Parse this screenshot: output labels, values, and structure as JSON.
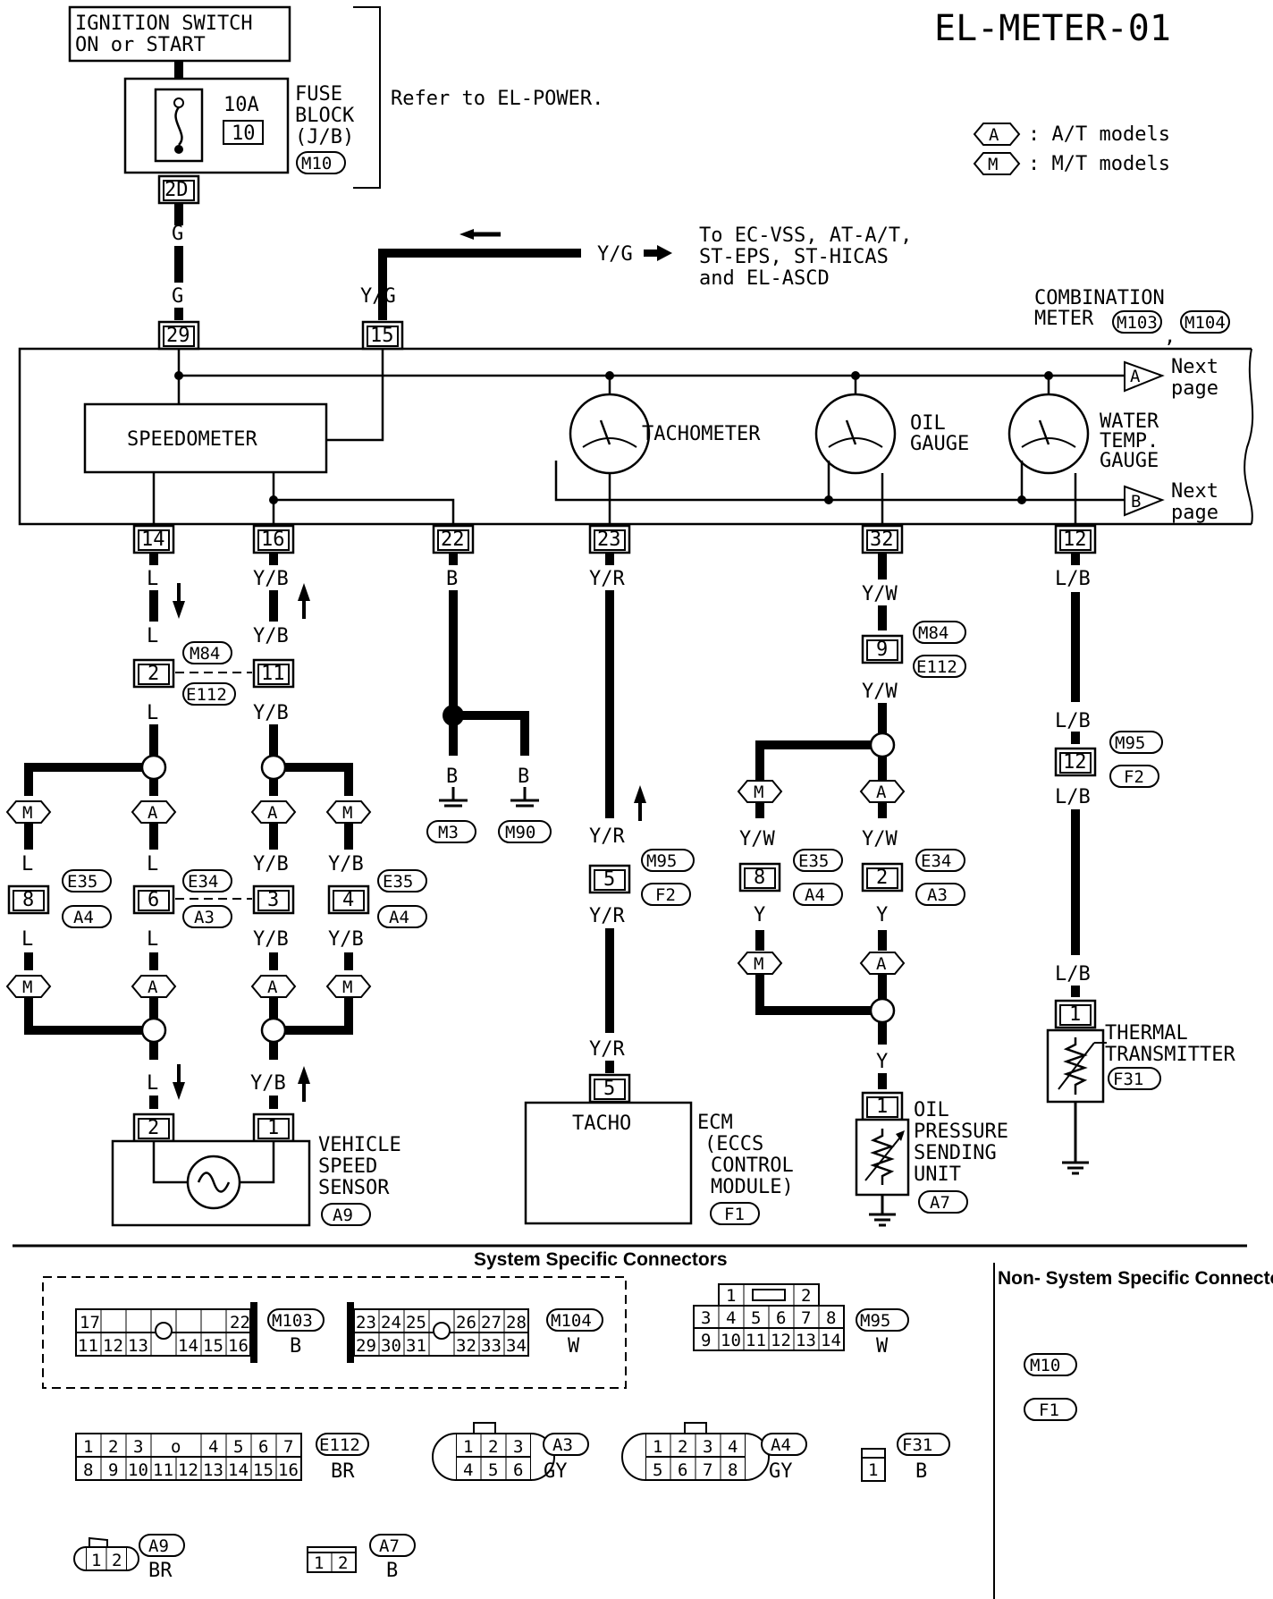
{
  "page_code": "EL-METER-01",
  "ignition": {
    "line1": "IGNITION SWITCH",
    "line2": "ON or START"
  },
  "fuse": {
    "amp": "10A",
    "num": "10",
    "lines": [
      "FUSE",
      "BLOCK",
      "(J/B)"
    ],
    "conn": "M10",
    "pin": "2D",
    "refer": "Refer to EL-POWER."
  },
  "legend": [
    {
      "sym": "A",
      "text": ":  A/T models"
    },
    {
      "sym": "M",
      "text": ":  M/T models"
    }
  ],
  "meter": {
    "title_line1": "COMBINATION",
    "title_line2": "METER",
    "conns": [
      "M103",
      "M104"
    ],
    "speedometer": "SPEEDOMETER",
    "tachometer": "TACHOMETER",
    "oil_gauge": [
      "OIL",
      "GAUGE"
    ],
    "water_gauge": [
      "WATER",
      "TEMP.",
      "GAUGE"
    ],
    "next_page": [
      "Next",
      "page"
    ],
    "next_a": "A",
    "next_b": "B",
    "pins_top": [
      "29",
      "15"
    ],
    "pins_bottom": [
      "14",
      "16",
      "22",
      "23",
      "32",
      "12"
    ]
  },
  "yg_branch": {
    "label": "Y/G",
    "to_lines": [
      "To EC-VSS, AT-A/T,",
      "ST-EPS, ST-HICAS",
      "and EL-ASCD"
    ]
  },
  "wires": {
    "g": "G",
    "yg": "Y/G",
    "l": "L",
    "yb": "Y/B",
    "b": "B",
    "yr": "Y/R",
    "yw": "Y/W",
    "y": "Y",
    "lb": "L/B"
  },
  "connectors": {
    "m84": "M84",
    "e112": "E112",
    "e35": "E35",
    "a4": "A4",
    "e34": "E34",
    "a3": "A3",
    "m95": "M95",
    "f2": "F2",
    "m3": "M3",
    "m90": "M90",
    "a9": "A9",
    "f1": "F1",
    "a7": "A7",
    "f31": "F31"
  },
  "pins": {
    "p2": "2",
    "p11": "11",
    "p8": "8",
    "p6": "6",
    "p3": "3",
    "p4": "4",
    "p1": "1",
    "p5": "5",
    "p9": "9",
    "p12": "12"
  },
  "model_sym": {
    "a": "A",
    "m": "M"
  },
  "components": {
    "vss": [
      "VEHICLE",
      "SPEED",
      "SENSOR"
    ],
    "tacho": "TACHO",
    "ecm": [
      "ECM",
      "(ECCS",
      "CONTROL",
      "MODULE)"
    ],
    "oil_sender": [
      "OIL",
      "PRESSURE",
      "SENDING",
      "UNIT"
    ],
    "thermal": [
      "THERMAL",
      "TRANSMITTER"
    ]
  },
  "bottom": {
    "system_title": "System Specific Connectors",
    "non_system_title": "Non- System Specific Connectors",
    "m103": {
      "name": "M103",
      "color": "B",
      "row1": [
        "17",
        "",
        "",
        "",
        "",
        "",
        "22"
      ],
      "row2": [
        "11",
        "12",
        "13",
        "",
        "14",
        "15",
        "16"
      ]
    },
    "m104": {
      "name": "M104",
      "color": "W",
      "row1": [
        "23",
        "24",
        "25",
        "",
        "26",
        "27",
        "28"
      ],
      "row2": [
        "29",
        "30",
        "31",
        "",
        "32",
        "33",
        "34"
      ]
    },
    "m95": {
      "name": "M95",
      "color": "W",
      "row0": [
        "1",
        "",
        "2"
      ],
      "row1": [
        "3",
        "4",
        "5",
        "6",
        "7",
        "8"
      ],
      "row2": [
        "9",
        "10",
        "11",
        "12",
        "13",
        "14"
      ]
    },
    "e112": {
      "name": "E112",
      "color": "BR",
      "row1": [
        "1",
        "2",
        "3",
        "o",
        "4",
        "5",
        "6",
        "7"
      ],
      "row2": [
        "8",
        "9",
        "10",
        "11",
        "12",
        "13",
        "14",
        "15",
        "16"
      ]
    },
    "a3": {
      "name": "A3",
      "color": "GY",
      "row1": [
        "1",
        "2",
        "3"
      ],
      "row2": [
        "4",
        "5",
        "6"
      ]
    },
    "a4": {
      "name": "A4",
      "color": "GY",
      "row1": [
        "1",
        "2",
        "3",
        "4"
      ],
      "row2": [
        "5",
        "6",
        "7",
        "8"
      ]
    },
    "f31": {
      "name": "F31",
      "color": "B",
      "pin": "1"
    },
    "a9": {
      "name": "A9",
      "color": "BR",
      "pins": [
        "1",
        "2"
      ]
    },
    "a7": {
      "name": "A7",
      "color": "B",
      "pins": [
        "1",
        "2"
      ]
    },
    "non_system": [
      "M10",
      "F1"
    ]
  }
}
